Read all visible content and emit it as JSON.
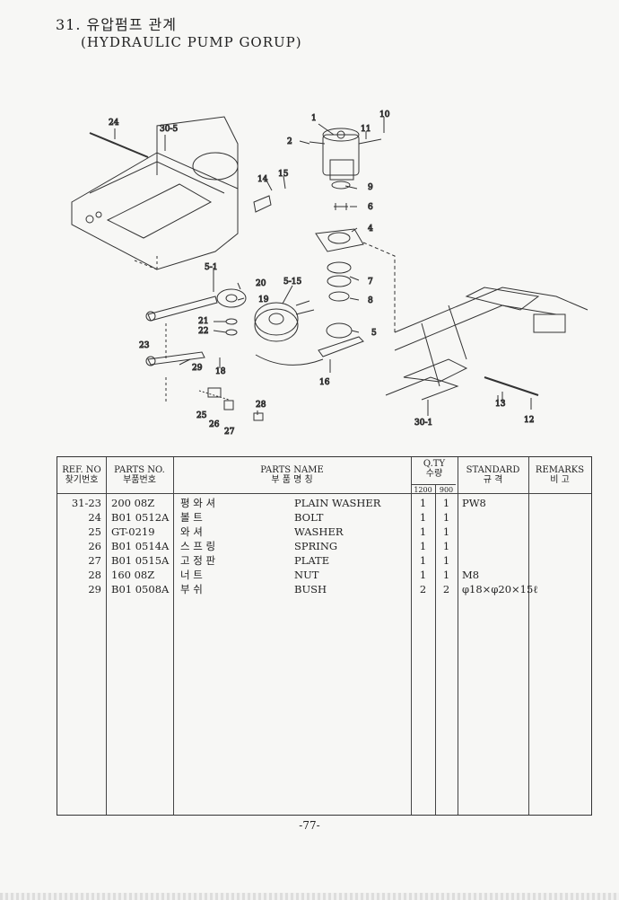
{
  "header": {
    "title": "31. 유압펌프 관계",
    "subtitle": "(HYDRAULIC PUMP GORUP)"
  },
  "diagram": {
    "callouts": [
      "1",
      "2",
      "4",
      "5",
      "6",
      "7",
      "8",
      "9",
      "10",
      "11",
      "12",
      "13",
      "14",
      "15",
      "16",
      "18",
      "19",
      "20",
      "21",
      "22",
      "23",
      "24",
      "25",
      "26",
      "27",
      "28",
      "29",
      "30-1",
      "30-5",
      "5-1",
      "5-15"
    ]
  },
  "table": {
    "headers": {
      "ref_en": "REF. NO",
      "ref_ko": "찾기번호",
      "parts_no_en": "PARTS NO.",
      "parts_no_ko": "부품번호",
      "parts_name_en": "PARTS NAME",
      "parts_name_ko": "부 품 명 칭",
      "qty_en": "Q.TY",
      "qty_ko": "수량",
      "qty_model_1": "1200",
      "qty_model_2": "900",
      "standard_en": "STANDARD",
      "standard_ko": "규 격",
      "remarks_en": "REMARKS",
      "remarks_ko": "비 고"
    },
    "rows": [
      {
        "ref": "31-23",
        "part_no": "200 08Z",
        "name_ko": "평 와 셔",
        "name_en": "PLAIN WASHER",
        "q1": "1",
        "q2": "1",
        "standard": "PW8"
      },
      {
        "ref": "24",
        "part_no": "B01 0512A",
        "name_ko": "볼 트",
        "name_en": "BOLT",
        "q1": "1",
        "q2": "1",
        "standard": ""
      },
      {
        "ref": "25",
        "part_no": "GT-0219",
        "name_ko": "와 셔",
        "name_en": "WASHER",
        "q1": "1",
        "q2": "1",
        "standard": ""
      },
      {
        "ref": "26",
        "part_no": "B01 0514A",
        "name_ko": "스 프 링",
        "name_en": "SPRING",
        "q1": "1",
        "q2": "1",
        "standard": ""
      },
      {
        "ref": "27",
        "part_no": "B01 0515A",
        "name_ko": "고 정 판",
        "name_en": "PLATE",
        "q1": "1",
        "q2": "1",
        "standard": ""
      },
      {
        "ref": "28",
        "part_no": "160 08Z",
        "name_ko": "너 트",
        "name_en": "NUT",
        "q1": "1",
        "q2": "1",
        "standard": "M8"
      },
      {
        "ref": "29",
        "part_no": "B01 0508A",
        "name_ko": "부 쉬",
        "name_en": "BUSH",
        "q1": "2",
        "q2": "2",
        "standard": "φ18×φ20×15ℓ"
      }
    ]
  },
  "footer": {
    "page": "-77-"
  }
}
